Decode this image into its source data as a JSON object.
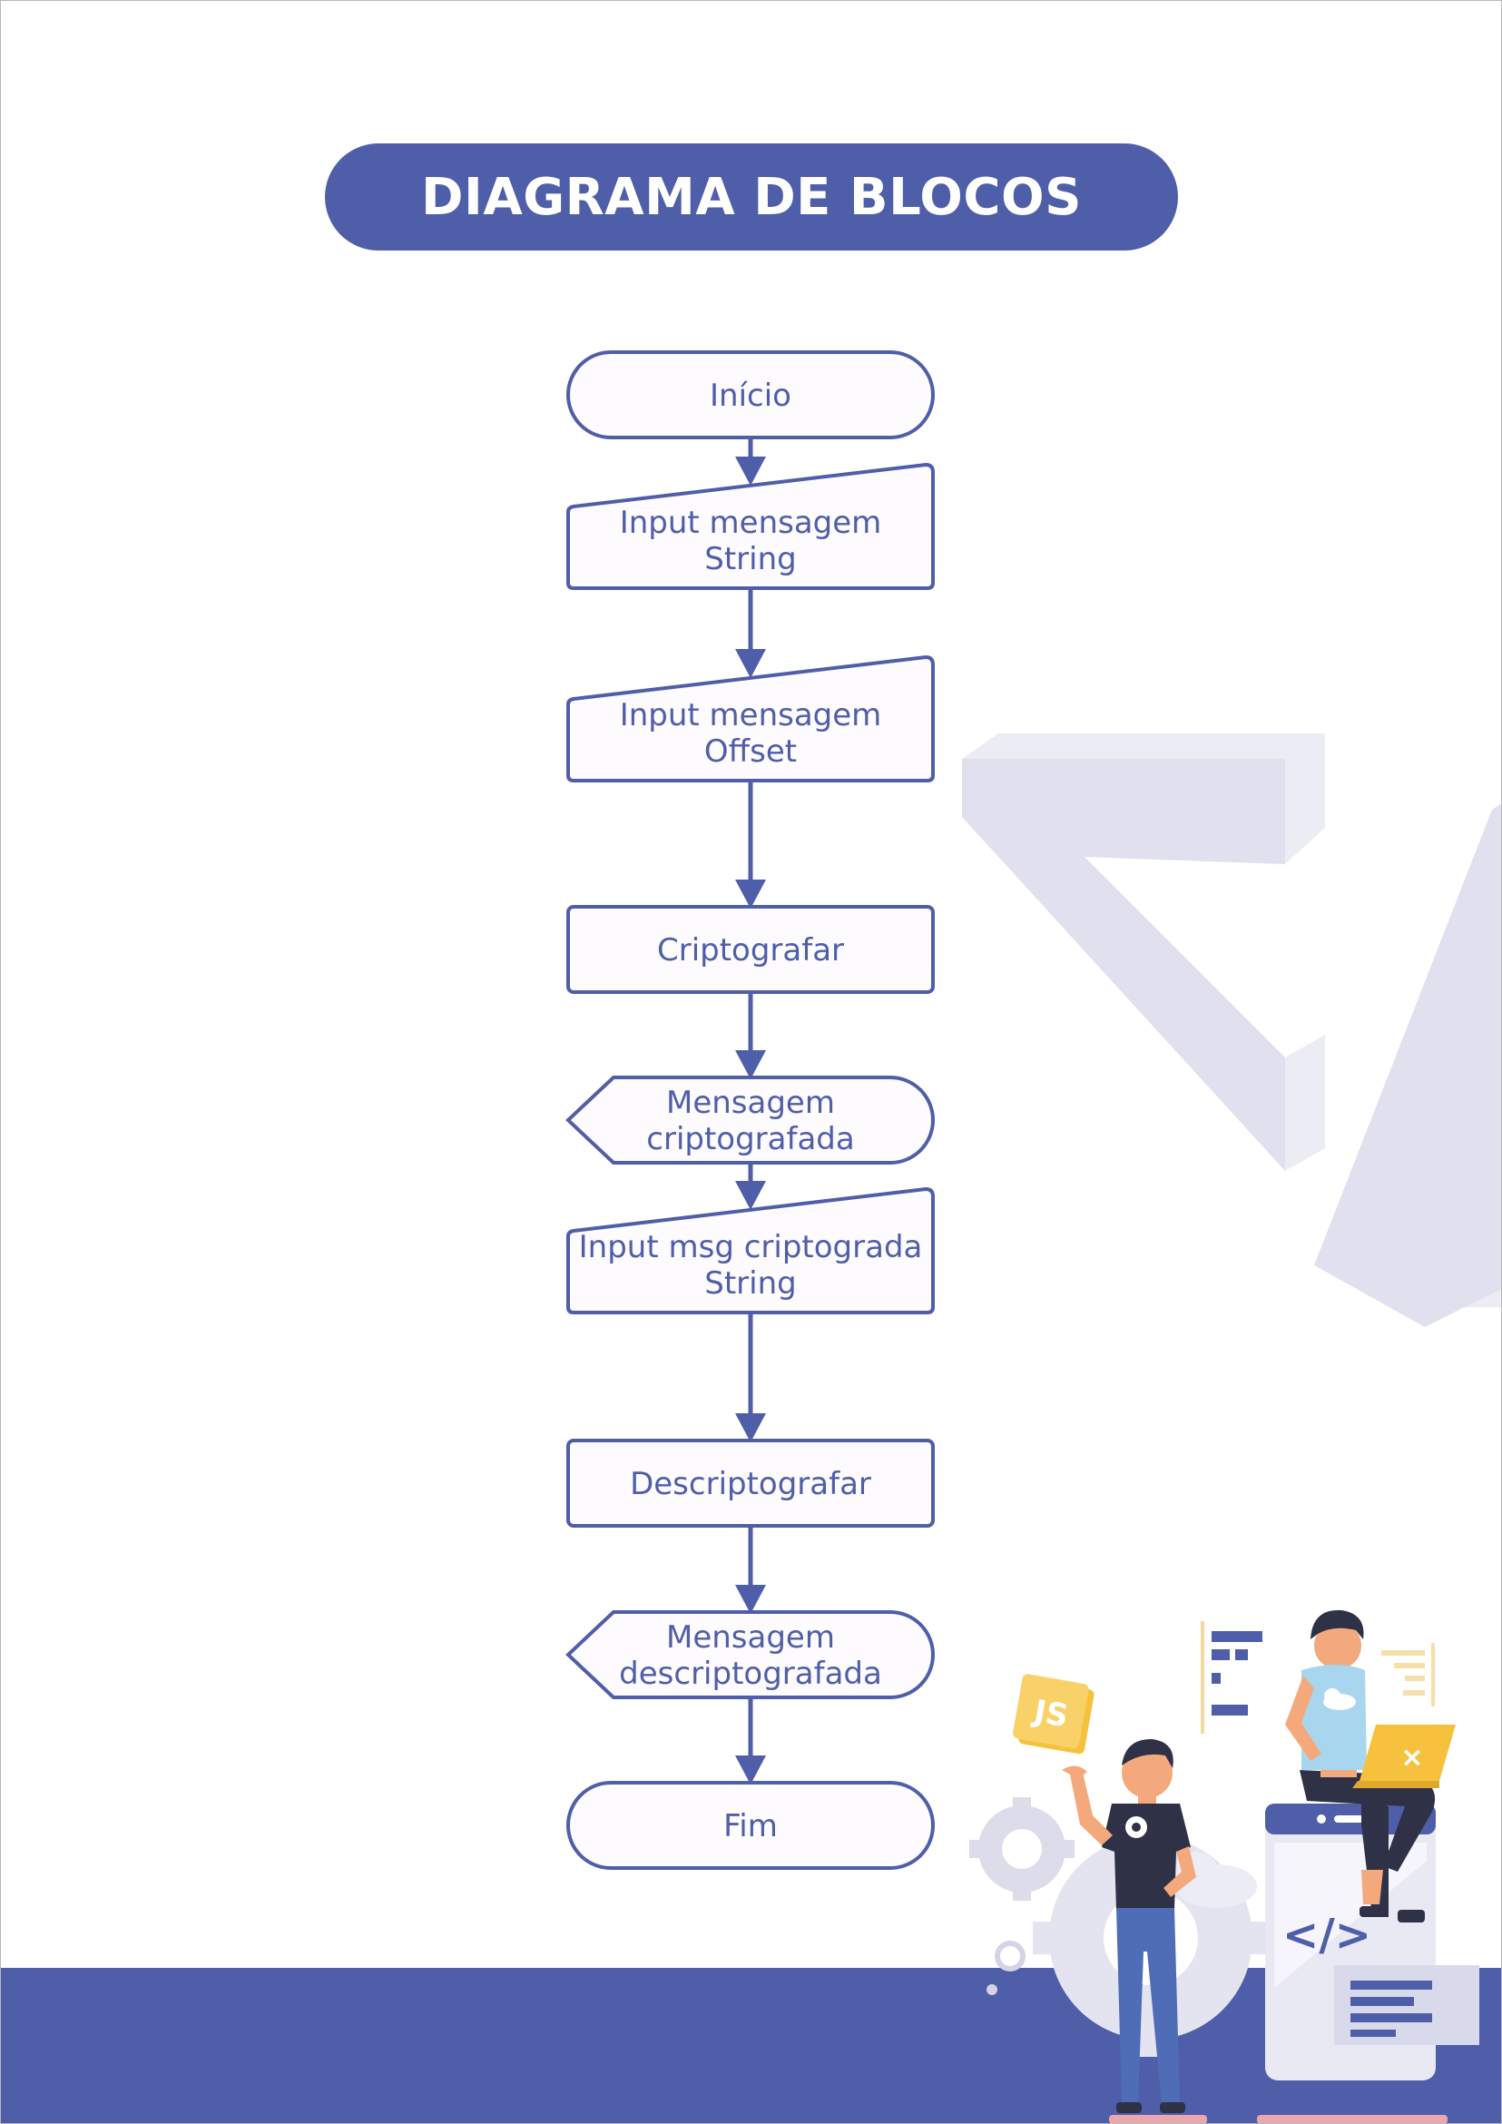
{
  "title": "DIAGRAMA DE BLOCOS",
  "colors": {
    "primary": "#4f5ea8",
    "node_fill": "#fdfbfd",
    "deco_light": "#e0e0ef",
    "deco_lighter": "#ececf5",
    "accent_yellow": "#f6c23e",
    "skin": "#f4a97c",
    "shirt_light": "#a9d6ef",
    "dark": "#2f3146"
  },
  "flowchart": {
    "nodes": [
      {
        "id": "inicio",
        "shape": "terminal",
        "lines": [
          "Início"
        ]
      },
      {
        "id": "input-mensagem-string",
        "shape": "manual-input",
        "lines": [
          "Input mensagem",
          "String"
        ]
      },
      {
        "id": "input-mensagem-offset",
        "shape": "manual-input",
        "lines": [
          "Input mensagem",
          "Offset"
        ]
      },
      {
        "id": "criptografar",
        "shape": "process",
        "lines": [
          "Criptografar"
        ]
      },
      {
        "id": "mensagem-criptografada",
        "shape": "display",
        "lines": [
          "Mensagem",
          "criptografada"
        ]
      },
      {
        "id": "input-msg-criptograda",
        "shape": "manual-input",
        "lines": [
          "Input msg criptograda",
          "String"
        ]
      },
      {
        "id": "descriptografar",
        "shape": "process",
        "lines": [
          "Descriptografar"
        ]
      },
      {
        "id": "mensagem-descriptografada",
        "shape": "display",
        "lines": [
          "Mensagem",
          "descriptografada"
        ]
      },
      {
        "id": "fim",
        "shape": "terminal",
        "lines": [
          "Fim"
        ]
      }
    ],
    "edges": [
      {
        "from": "inicio",
        "to": "input-mensagem-string"
      },
      {
        "from": "input-mensagem-string",
        "to": "input-mensagem-offset"
      },
      {
        "from": "input-mensagem-offset",
        "to": "criptografar"
      },
      {
        "from": "criptografar",
        "to": "mensagem-criptografada"
      },
      {
        "from": "mensagem-criptografada",
        "to": "input-msg-criptograda"
      },
      {
        "from": "input-msg-criptograda",
        "to": "descriptografar"
      },
      {
        "from": "descriptografar",
        "to": "mensagem-descriptografada"
      },
      {
        "from": "mensagem-descriptografada",
        "to": "fim"
      }
    ]
  },
  "illustration": {
    "badge_js": "JS",
    "code_symbol": "</>",
    "icons": [
      "gear-icon",
      "cloud-icon",
      "code-icon",
      "js-badge-icon",
      "laptop-icon"
    ]
  }
}
